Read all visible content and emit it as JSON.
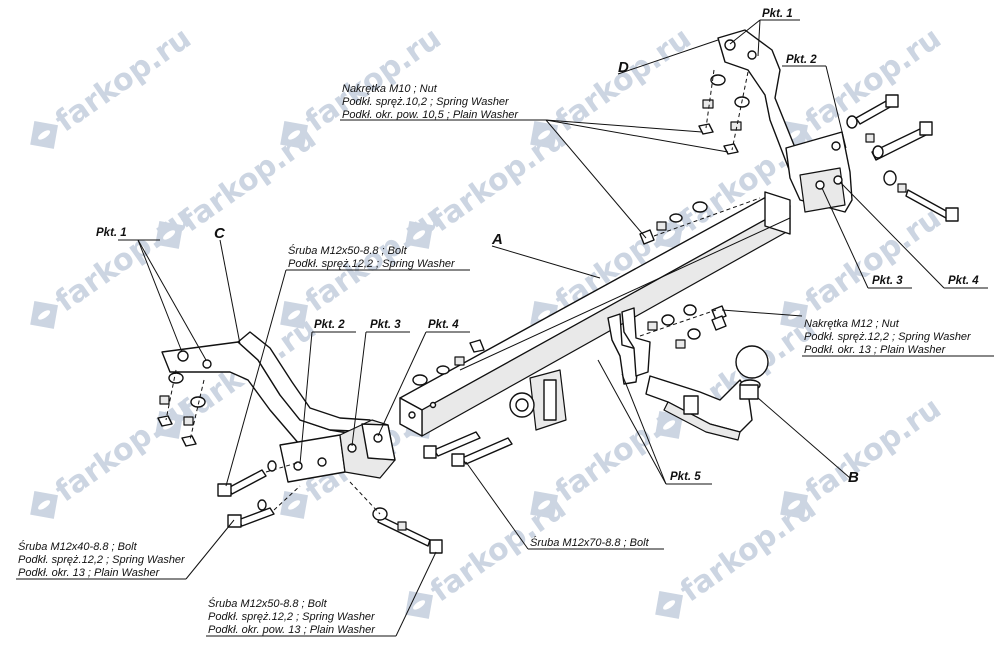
{
  "watermark": {
    "text": "farkop.ru",
    "color": "#ccd5e2",
    "icon": "car-logo-icon"
  },
  "part_letters": {
    "a": "A",
    "b": "B",
    "c": "C",
    "d": "D"
  },
  "points": {
    "pkt1_right": "Pkt. 1",
    "pkt2_right": "Pkt. 2",
    "pkt3_right": "Pkt. 3",
    "pkt4_right": "Pkt. 4",
    "pkt1_left": "Pkt. 1",
    "pkt2_left": "Pkt. 2",
    "pkt3_left": "Pkt. 3",
    "pkt4_left": "Pkt. 4",
    "pkt5": "Pkt. 5"
  },
  "labels": {
    "nut_m10": [
      "Nakrętka  M10 ; Nut",
      "Podkł. spręż.10,2 ; Spring Washer",
      "Podkł. okr. pow. 10,5 ; Plain Washer"
    ],
    "bolt_m12x50_top": [
      "Śruba M12x50-8.8 ;  Bolt",
      "Podkł. spręż.12,2 ; Spring Washer"
    ],
    "nut_m12": [
      "Nakrętka  M12 ; Nut",
      "Podkł. spręż.12,2 ; Spring Washer",
      "Podkł. okr. 13 ; Plain Washer"
    ],
    "bolt_m12x70": [
      "Śruba M12x70-8.8 ;  Bolt"
    ],
    "bolt_m12x40": [
      "Śruba M12x40-8.8 ;  Bolt",
      "Podkł. spręż.12,2 ; Spring Washer",
      "Podkł. okr. 13 ; Plain Washer"
    ],
    "bolt_m12x50_bottom": [
      "Śruba M12x50-8.8 ;  Bolt",
      "Podkł. spręż.12,2 ; Spring Washer",
      "Podkł. okr. pow. 13 ; Plain Washer"
    ]
  }
}
